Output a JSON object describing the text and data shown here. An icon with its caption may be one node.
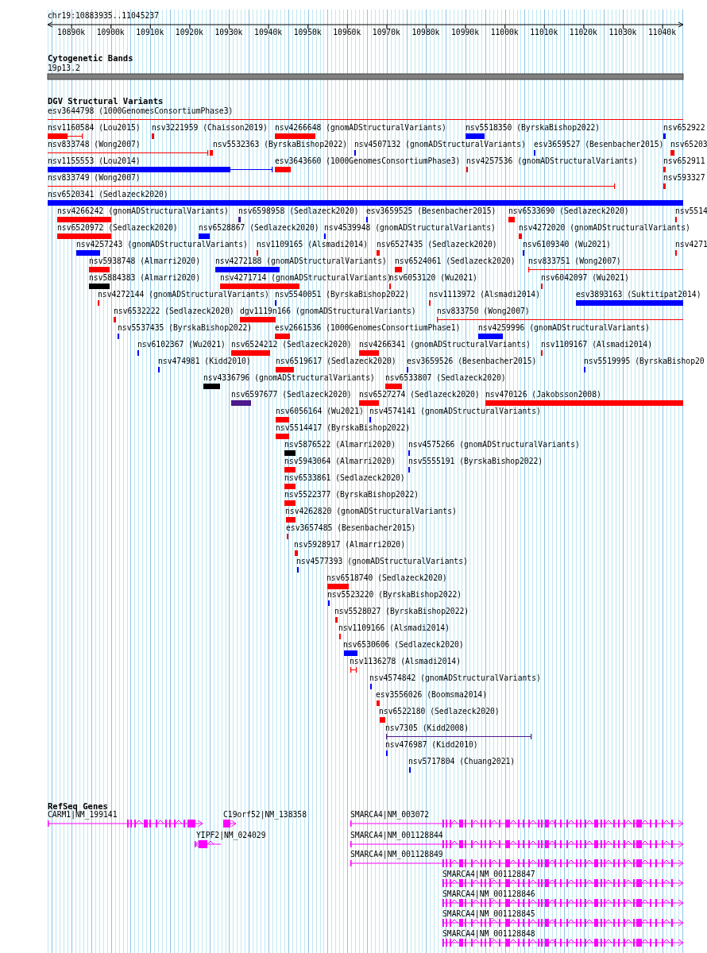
{
  "diagram": {
    "labels": [
      "chr19:10883935..11045237",
      "10890k",
      "10900k",
      "10910k",
      "10920k",
      "10930k",
      "10940k",
      "10950k",
      "10960k",
      "10970k",
      "10980k",
      "10990k",
      "11000k",
      "11010k",
      "11020k",
      "11030k",
      "11040k",
      "Cytogenetic Bands",
      "19p13.2",
      "DGV Structural Variants",
      "esv3644798 (1000GenomesConsortiumPhase3)",
      "nsv1160584 (Lou2015)",
      "nsv3221959 (Chaisson2019)",
      "nsv4266648 (gnomADStructuralVariants)",
      "nsv5518350 (ByrskaBishop2022)",
      "nsv652922",
      "nsv833748 (Wong2007)",
      "nsv5532363 (ByrskaBishop2022)",
      "nsv4507132 (gnomADStructuralVariants)",
      "esv3659527 (Besenbacher2015)",
      "nsv65203",
      "nsv1155553 (Lou2014)",
      "esv3643660 (1000GenomesConsortiumPhase3)",
      "nsv4257536 (gnomADStructuralVariants)",
      "nsv652911",
      "nsv833749 (Wong2007)",
      "nsv593327",
      "nsv6520341 (Sedlazeck2020)",
      "nsv4266242 (gnomADStructuralVariants)",
      "nsv6598958 (Sedlazeck2020)",
      "esv3659525 (Besenbacher2015)",
      "nsv6533690 (Sedlazeck2020)",
      "nsv5514",
      "nsv6520972 (Sedlazeck2020)",
      "nsv6528867 (Sedlazeck2020)",
      "nsv4539948 (gnomADStructuralVariants)",
      "nsv4272020 (gnomADStructuralVariants)",
      "nsv4257243 (gnomADStructuralVariants)",
      "nsv1109165 (Alsmadi2014)",
      "nsv6527435 (Sedlazeck2020)",
      "nsv6109340 (Wu2021)",
      "nsv4271",
      "nsv5938748 (Almarri2020)",
      "nsv4272188 (gnomADStructuralVariants)",
      "nsv6524061 (Sedlazeck2020)",
      "nsv833751 (Wong2007)",
      "nsv5884383 (Almarri2020)",
      "nsv4271714 (gnomADStructuralVariants)",
      "nsv6053120 (Wu2021)",
      "nsv6042097 (Wu2021)",
      "nsv4272144 (gnomADStructuralVariants)",
      "nsv5540051 (ByrskaBishop2022)",
      "nsv1113972 (Alsmadi2014)",
      "esv3893163 (Suktitipat2014)",
      "nsv6532222 (Sedlazeck2020)",
      "dgv1119n166 (gnomADStructuralVariants)",
      "nsv833750 (Wong2007)",
      "nsv5537435 (ByrskaBishop2022)",
      "esv2661536 (1000GenomesConsortiumPhase1)",
      "nsv4259996 (gnomADStructuralVariants)",
      "nsv6102367 (Wu2021)",
      "nsv6524212 (Sedlazeck2020)",
      "nsv4266341 (gnomADStructuralVariants)",
      "nsv1109167 (Alsmadi2014)",
      "nsv474981 (Kidd2010)",
      "nsv6519617 (Sedlazeck2020)",
      "esv3659526 (Besenbacher2015)",
      "nsv5519995 (ByrskaBishop20",
      "nsv4336796 (gnomADStructuralVariants)",
      "nsv6533807 (Sedlazeck2020)",
      "nsv6597677 (Sedlazeck2020)",
      "nsv6527274 (Sedlazeck2020)",
      "nsv470126 (Jakobsson2008)",
      "nsv6056164 (Wu2021)",
      "nsv4574141 (gnomADStructuralVariants)",
      "nsv5514417 (ByrskaBishop2022)",
      "nsv5876522 (Almarri2020)",
      "nsv4575266 (gnomADStructuralVariants)",
      "nsv5943064 (Almarri2020)",
      "nsv5555191 (ByrskaBishop2022)",
      "nsv6533861 (Sedlazeck2020)",
      "nsv5522377 (ByrskaBishop2022)",
      "nsv4262820 (gnomADStructuralVariants)",
      "esv3657485 (Besenbacher2015)",
      "nsv5928917 (Almarri2020)",
      "nsv4577393 (gnomADStructuralVariants)",
      "nsv6518740 (Sedlazeck2020)",
      "nsv5523220 (ByrskaBishop2022)",
      "nsv5528027 (ByrskaBishop2022)",
      "nsv1109166 (Alsmadi2014)",
      "nsv6530606 (Sedlazeck2020)",
      "nsv1136278 (Alsmadi2014)",
      "nsv4574842 (gnomADStructuralVariants)",
      "esv3556026 (Boomsma2014)",
      "nsv6522180 (Sedlazeck2020)",
      "nsv7305 (Kidd2008)",
      "nsv476987 (Kidd2010)",
      "nsv5717804 (Chuang2021)",
      "RefSeq Genes",
      "CARM1|NM_199141",
      "C19orf52|NM_138358",
      "SMARCA4|NM_003072",
      "YIPF2|NM_024029",
      "SMARCA4|NM_001128844",
      "SMARCA4|NM_001128849",
      "SMARCA4|NM_001128847",
      "SMARCA4|NM_001128846",
      "SMARCA4|NM_001128845",
      "SMARCA4|NM_001128848"
    ]
  }
}
